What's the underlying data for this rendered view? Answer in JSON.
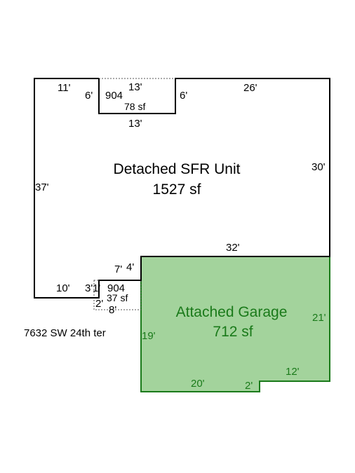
{
  "house": {
    "name": "Detached SFR Unit",
    "area": "1527 sf",
    "dims": {
      "top_left": "11'",
      "top_right": "26'",
      "right": "30'",
      "left": "37'",
      "garage_top": "32'",
      "bottom_left": "10'",
      "step_a": "7'",
      "step_b": "4'",
      "step_c": "3'",
      "step_d": "1'"
    }
  },
  "porch": {
    "code": "904",
    "area": "78 sf",
    "width_top": "13'",
    "width_bottom": "13'",
    "depth_left": "6'",
    "depth_right": "6'"
  },
  "patio": {
    "code": "904",
    "area": "37 sf",
    "depth": "2'",
    "width": "8'"
  },
  "garage": {
    "name": "Attached Garage",
    "area": "712 sf",
    "dims": {
      "left": "19'",
      "right": "21'",
      "bottom": "20'",
      "notch": "2'",
      "bottom_right": "12'"
    }
  },
  "address": "7632 SW 24th ter",
  "colors": {
    "garage_fill": "#a3d39c",
    "garage_stroke": "#1a7a1a",
    "outline": "#000000"
  }
}
